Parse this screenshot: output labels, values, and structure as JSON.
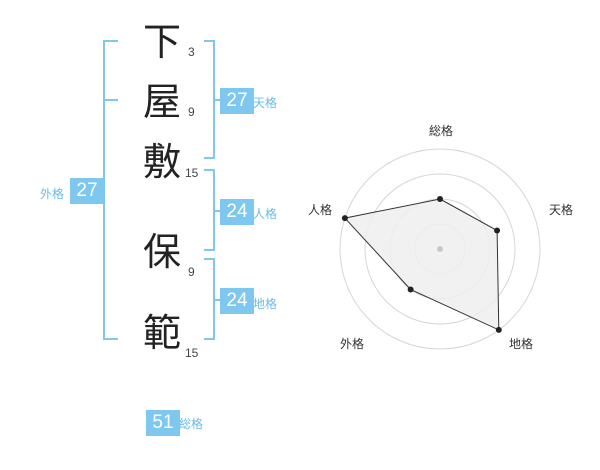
{
  "name_chars": [
    {
      "char": "下",
      "strokes": "3"
    },
    {
      "char": "屋",
      "strokes": "9"
    },
    {
      "char": "敷",
      "strokes": "15"
    },
    {
      "char": "保",
      "strokes": "9"
    },
    {
      "char": "範",
      "strokes": "15"
    }
  ],
  "scores": {
    "tenkaku": {
      "value": "27",
      "label": "天格"
    },
    "jinkaku": {
      "value": "24",
      "label": "人格"
    },
    "chikaku": {
      "value": "24",
      "label": "地格"
    },
    "gaikaku": {
      "value": "27",
      "label": "外格"
    },
    "soukaku": {
      "value": "51",
      "label": "総格"
    }
  },
  "chart_data": {
    "type": "radar",
    "axes": [
      "総格",
      "天格",
      "地格",
      "外格",
      "人格"
    ],
    "values": [
      0.5,
      0.6,
      1.0,
      0.5,
      1.0
    ],
    "rings": 4,
    "colors": {
      "bracket": "#7ec8f0",
      "fill": "#efefef",
      "line": "#333333",
      "ring": "#d6d6d6"
    }
  }
}
